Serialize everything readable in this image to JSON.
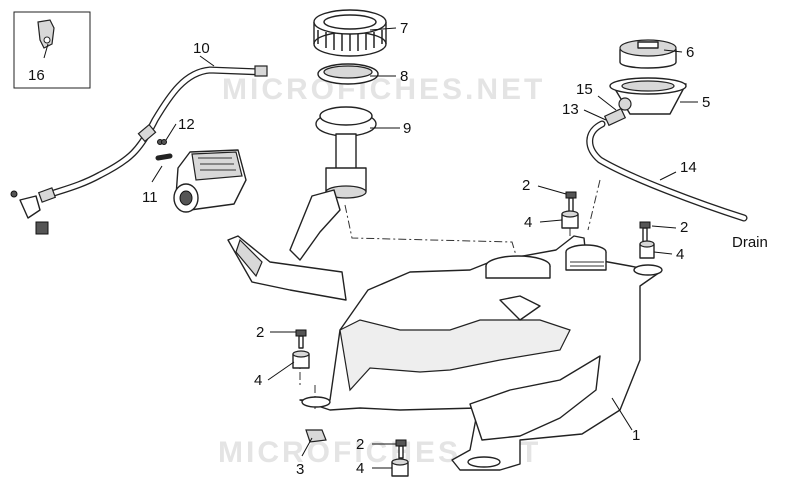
{
  "diagram": {
    "watermark": "MICROFICHES.NET",
    "drain_label": "Drain",
    "callouts": [
      "16",
      "10",
      "7",
      "8",
      "9",
      "12",
      "11",
      "6",
      "15",
      "5",
      "13",
      "14",
      "2",
      "4",
      "2",
      "4",
      "2",
      "4",
      "3",
      "2",
      "4",
      "1"
    ]
  }
}
